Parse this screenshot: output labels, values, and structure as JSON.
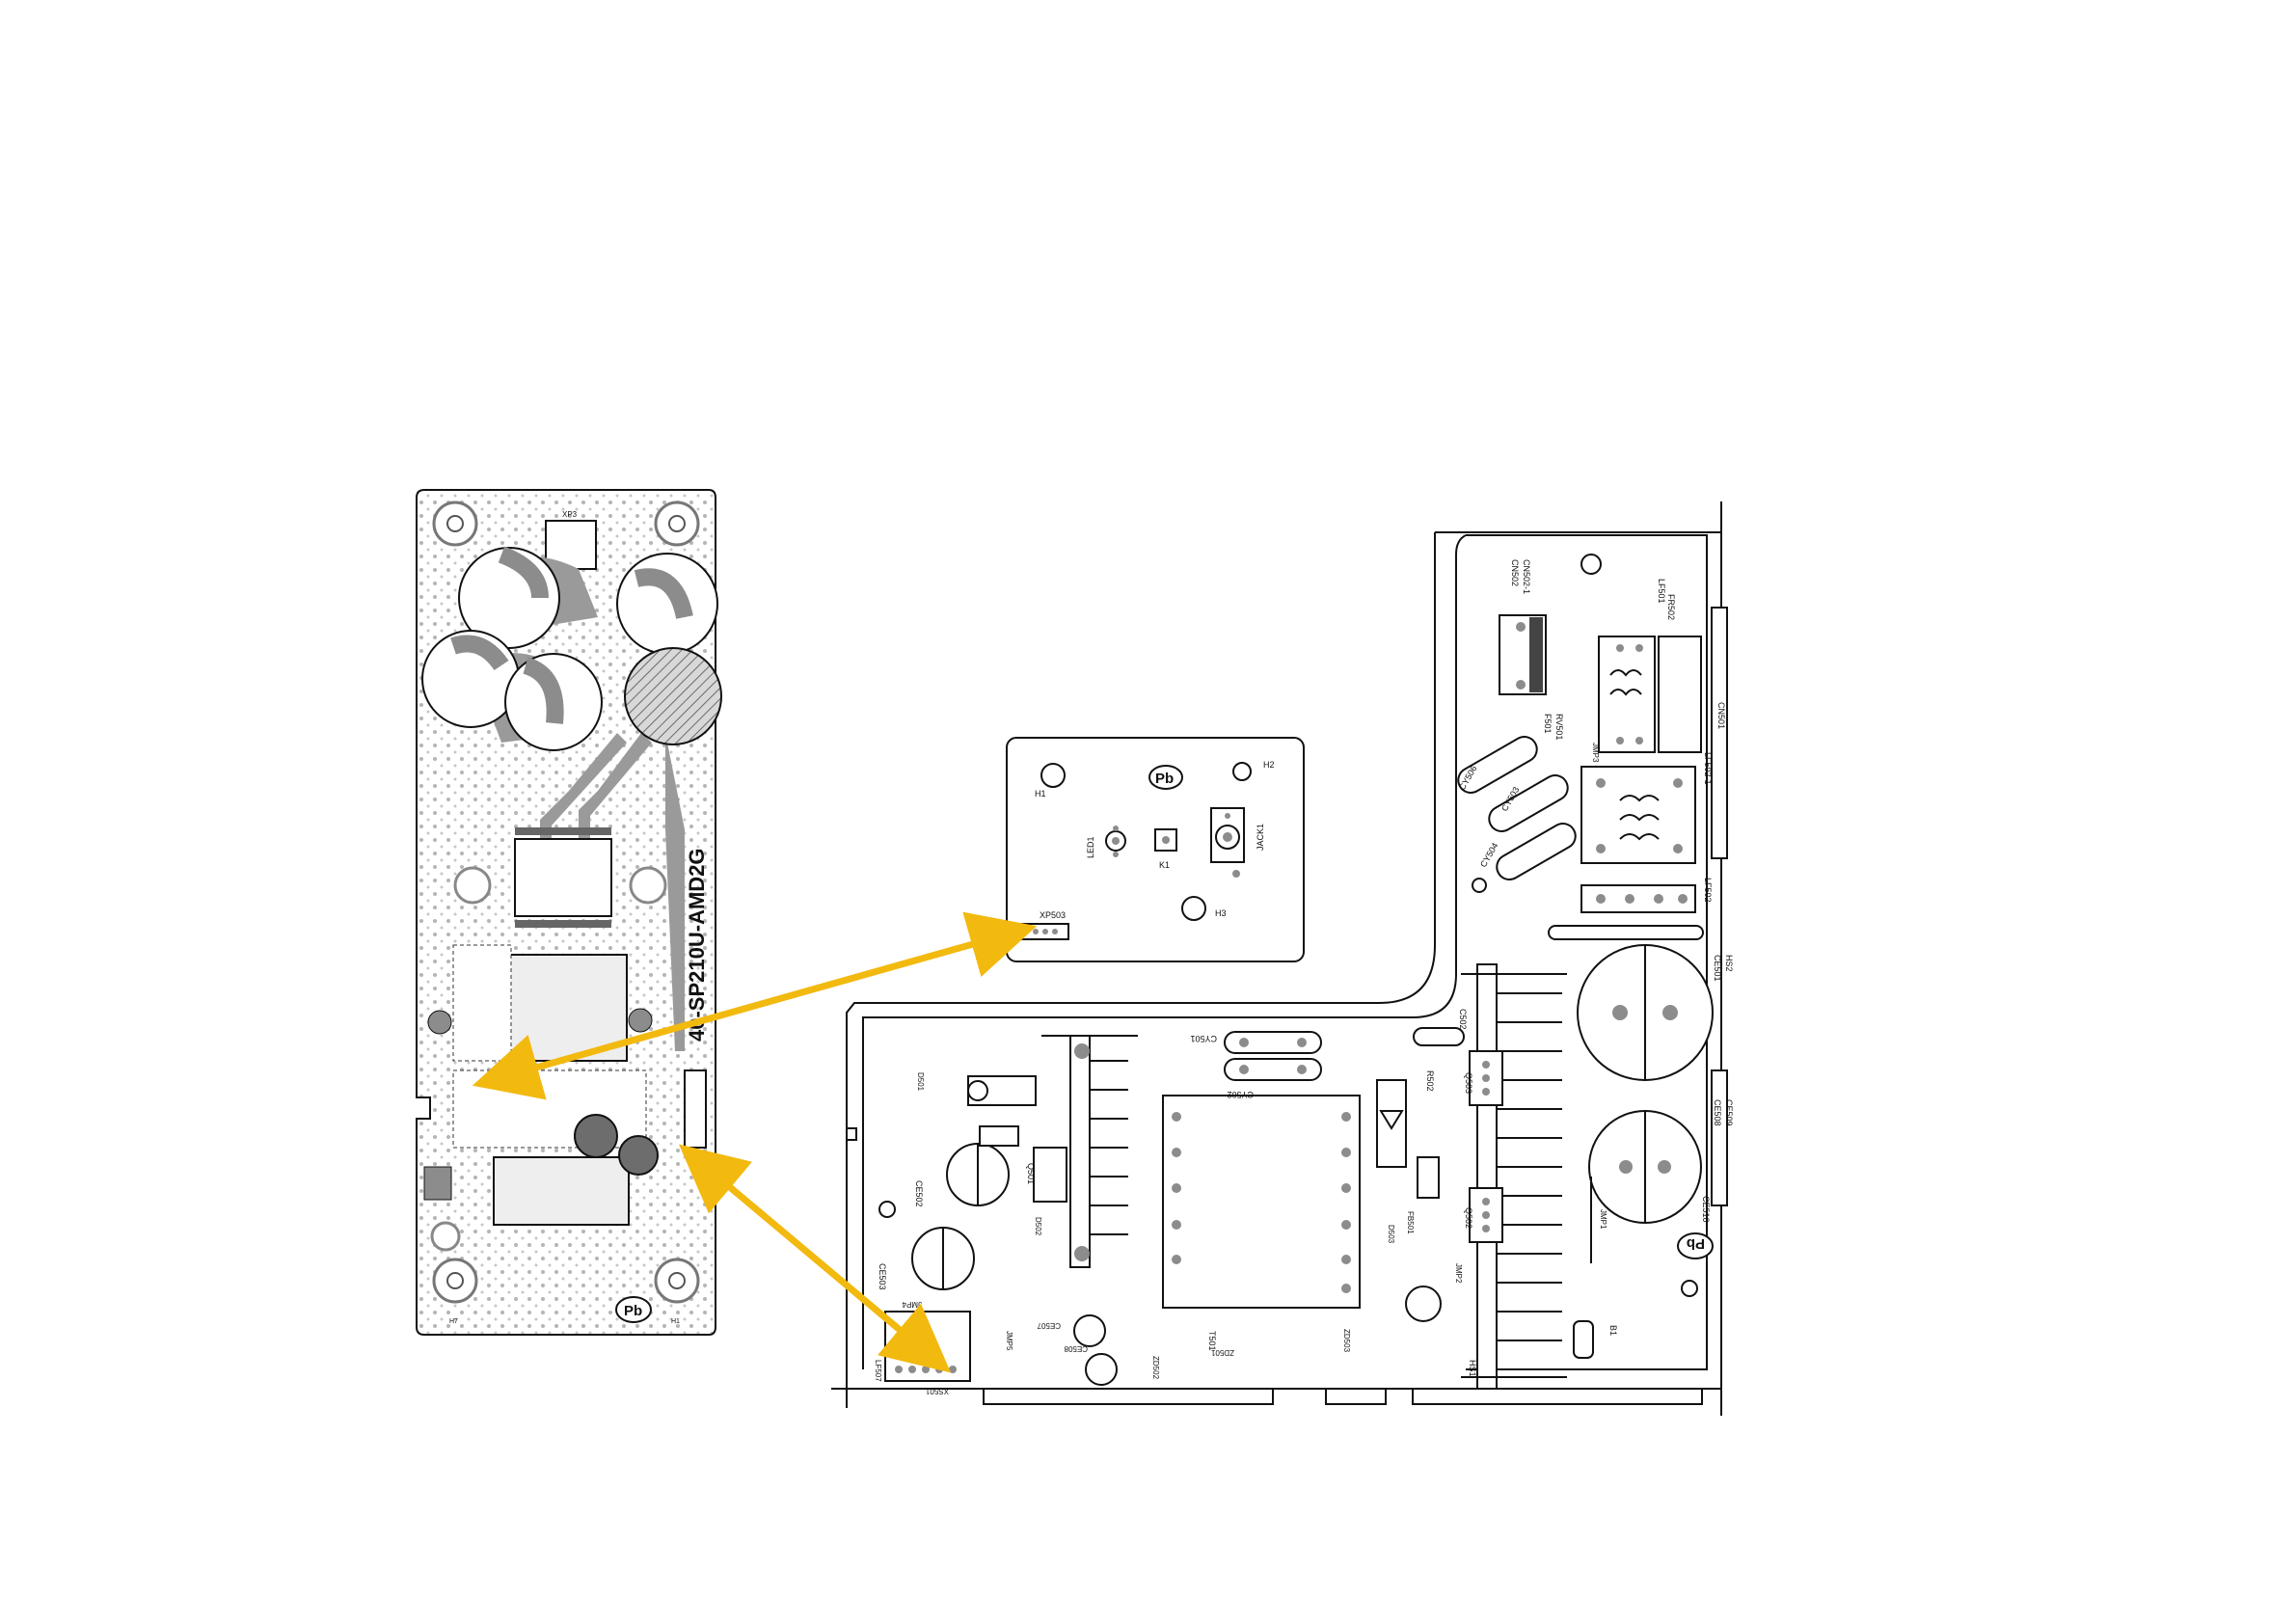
{
  "colors": {
    "background": "#ffffff",
    "outline": "#111111",
    "copper": "#9a9a9a",
    "pad": "#8c8c8c",
    "arrow": "#f2b90f"
  },
  "amp_board": {
    "part_number": "40-SP210U-AMD2G",
    "pb_mark": "Pb",
    "labels": {
      "h1": "H1",
      "h7": "H7",
      "xp3": "XP3"
    }
  },
  "key_board": {
    "pb_mark": "Pb",
    "labels": {
      "h1": "H1",
      "h2": "H2",
      "h3": "H3",
      "led1": "LED1",
      "k1": "K1",
      "jack1": "JACK1",
      "xp503": "XP503"
    }
  },
  "power_board": {
    "pb_mark": "Pb",
    "labels": {
      "cn501": "CN501",
      "cn502_1": "CN502-1",
      "cn502": "CN502",
      "fr502": "FR502",
      "f501": "F501",
      "rv501": "RV501",
      "lf501": "LF501",
      "lf502": "LF502",
      "lf502_1": "LF502-1",
      "cy503": "CY503",
      "cy504": "CY504",
      "cy506": "CY506",
      "cy501": "CY501",
      "cy502": "CY502",
      "c502": "C502",
      "hs1": "HS1",
      "hs2": "HS2",
      "q501": "Q501",
      "q502": "Q502",
      "q503": "Q503",
      "r502": "R502",
      "ce501": "CE501",
      "ce502": "CE502",
      "ce503": "CE503",
      "ce507": "CE507",
      "ce508": "CE508",
      "ce509": "CE509",
      "ce510": "CE510",
      "t501": "T501",
      "fb501": "FB501",
      "d501": "D501",
      "d502": "D502",
      "d503": "D503",
      "zd501": "ZD501",
      "zd502": "ZD502",
      "zd503": "ZD503",
      "jmp1": "JMP1",
      "jmp2": "JMP2",
      "jmp3": "JMP3",
      "jmp4": "JMP4",
      "jmp5": "JMP5",
      "xs501": "XS501",
      "lf507": "LF507",
      "bz1": "B1"
    }
  },
  "connections": [
    {
      "from": "key-board XP503",
      "to": "amp-board"
    },
    {
      "from": "power-board XS501",
      "to": "amp-board"
    }
  ]
}
